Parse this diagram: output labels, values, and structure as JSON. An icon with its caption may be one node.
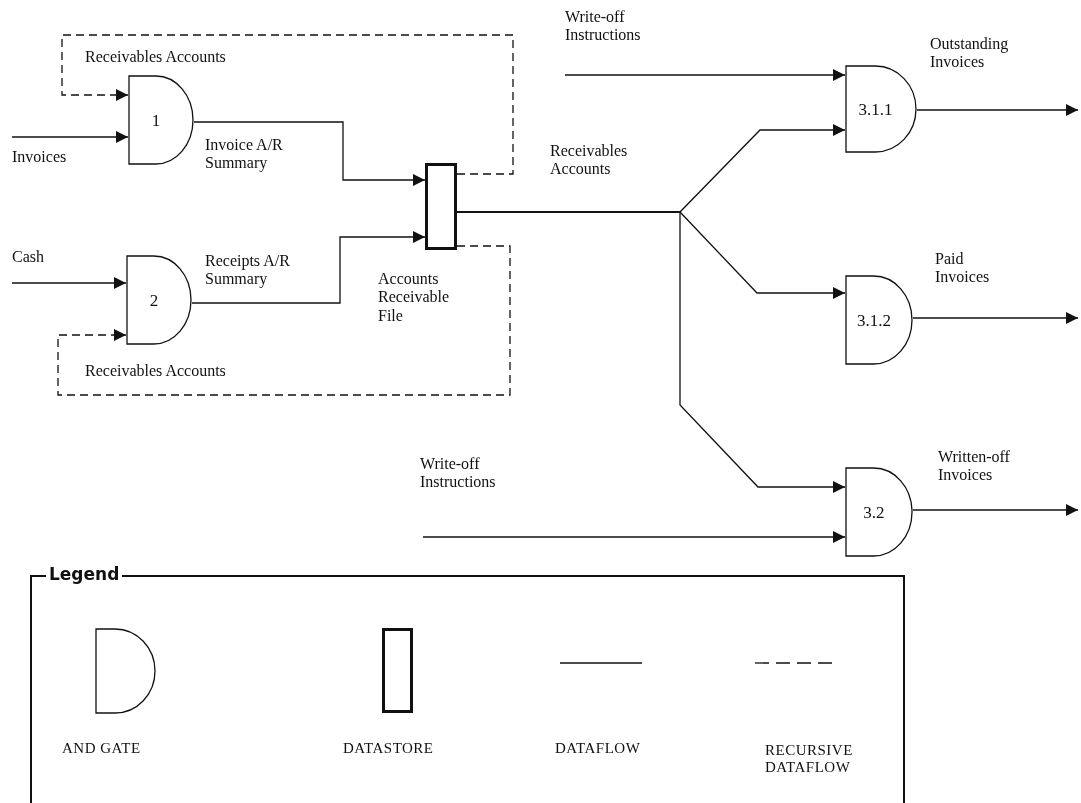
{
  "diagram": {
    "nodes": [
      {
        "text": [
          "1"
        ]
      },
      {
        "text": [
          "2"
        ]
      },
      {
        "text": [],
        "shape": "box",
        "beside": [
          "Accounts Receivable File"
        ]
      },
      {
        "text": [
          "3.1.1"
        ]
      },
      {
        "text": [
          "3.1.2"
        ]
      },
      {
        "text": [
          "3.2"
        ]
      }
    ],
    "edges": [
      {
        "from": 2,
        "to": 0,
        "arrow": "to",
        "style": "dashed",
        "label": "Receivables Accounts"
      },
      {
        "from": null,
        "to": 0,
        "arrow": "to",
        "label": "Invoices"
      },
      {
        "from": 0,
        "to": 2,
        "arrow": "to",
        "label": "Invoice A/R Summary"
      },
      {
        "from": null,
        "to": 1,
        "arrow": "to",
        "label": "Cash"
      },
      {
        "from": 2,
        "to": 1,
        "arrow": "to",
        "style": "dashed",
        "label": "Receivables Accounts"
      },
      {
        "from": 1,
        "to": 2,
        "arrow": "to",
        "label": "Receipts A/R Summary"
      },
      {
        "from": 2,
        "to": 3,
        "arrow": "to",
        "label": "Receivables Accounts"
      },
      {
        "from": 2,
        "to": 4,
        "arrow": "to"
      },
      {
        "from": 2,
        "to": 5,
        "arrow": "to"
      },
      {
        "from": null,
        "to": 3,
        "arrow": "to",
        "label": "Write-off Instructions"
      },
      {
        "from": null,
        "to": 5,
        "arrow": "to",
        "label": "Write-off Instructions"
      },
      {
        "from": 3,
        "to": null,
        "arrow": "to",
        "label": "Outstanding Invoices"
      },
      {
        "from": 4,
        "to": null,
        "arrow": "to",
        "label": "Paid Invoices"
      },
      {
        "from": 5,
        "to": null,
        "arrow": "to",
        "label": "Written-off Invoices"
      }
    ],
    "labels": [
      "Legend"
    ],
    "legend": [
      {
        "text": "AND GATE"
      },
      {
        "text": "DATASTORE"
      },
      {
        "text": "DATAFLOW"
      },
      {
        "text": "RECURSIVE DATAFLOW"
      }
    ]
  }
}
